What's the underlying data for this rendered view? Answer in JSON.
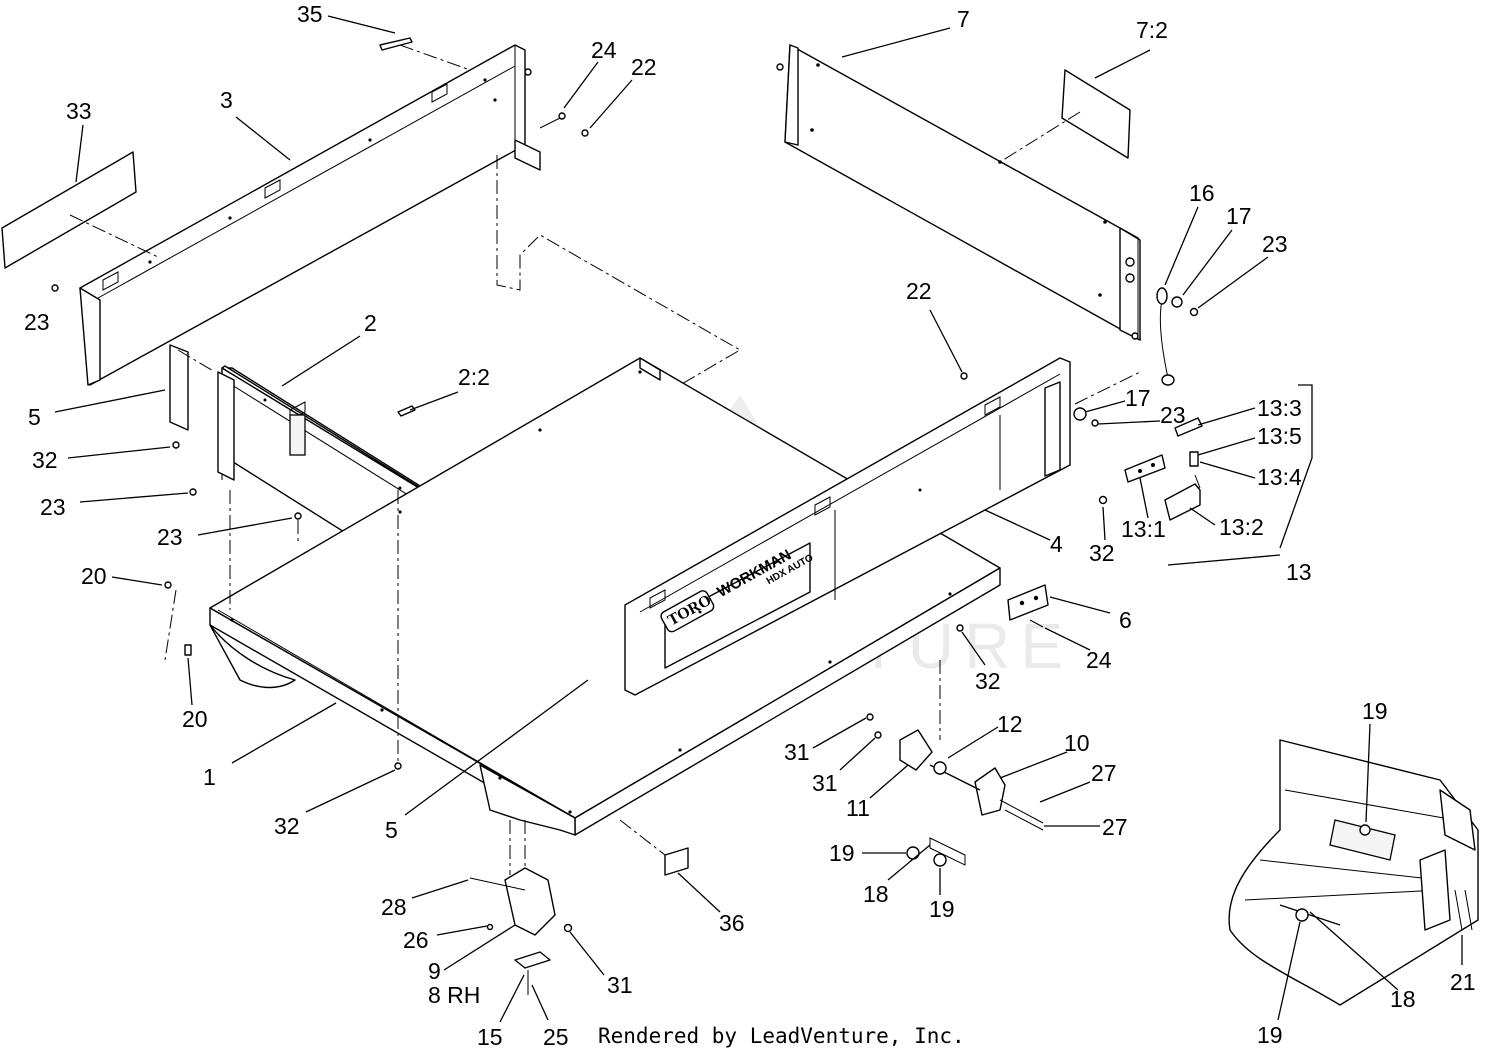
{
  "diagram": {
    "callouts": {
      "c35": "35",
      "c24a": "24",
      "c22a": "22",
      "c7": "7",
      "c7_2": "7:2",
      "c33": "33",
      "c3": "3",
      "c16": "16",
      "c17a": "17",
      "c23a": "23",
      "c23b": "23",
      "c22b": "22",
      "c2": "2",
      "c2_2": "2:2",
      "c5a": "5",
      "c32a": "32",
      "c23c": "23",
      "c23d": "23",
      "c17b": "17",
      "c23e": "23",
      "c13_3": "13:3",
      "c13_5": "13:5",
      "c13_4": "13:4",
      "c13_1": "13:1",
      "c13_2": "13:2",
      "c32b": "32",
      "c4": "4",
      "c13": "13",
      "c20a": "20",
      "c20b": "20",
      "c6": "6",
      "c24b": "24",
      "c32c": "32",
      "c12": "12",
      "c10": "10",
      "c31a": "31",
      "c31b": "31",
      "c11": "11",
      "c27a": "27",
      "c27b": "27",
      "c1": "1",
      "c32d": "32",
      "c5b": "5",
      "c19a": "19",
      "c18a": "18",
      "c19b": "19",
      "c36": "36",
      "c28": "28",
      "c26": "26",
      "c9": "9",
      "c8": "8 RH",
      "c31c": "31",
      "c15": "15",
      "c25": "25",
      "c19c": "19",
      "c18b": "18",
      "c19d": "19",
      "c21": "21"
    },
    "panel_logo": "TORO",
    "panel_model": "WORKMAN",
    "panel_model_sub": "HDX AUTO",
    "watermark": "LEADVENTURE",
    "credit": "Rendered by LeadVenture, Inc."
  }
}
